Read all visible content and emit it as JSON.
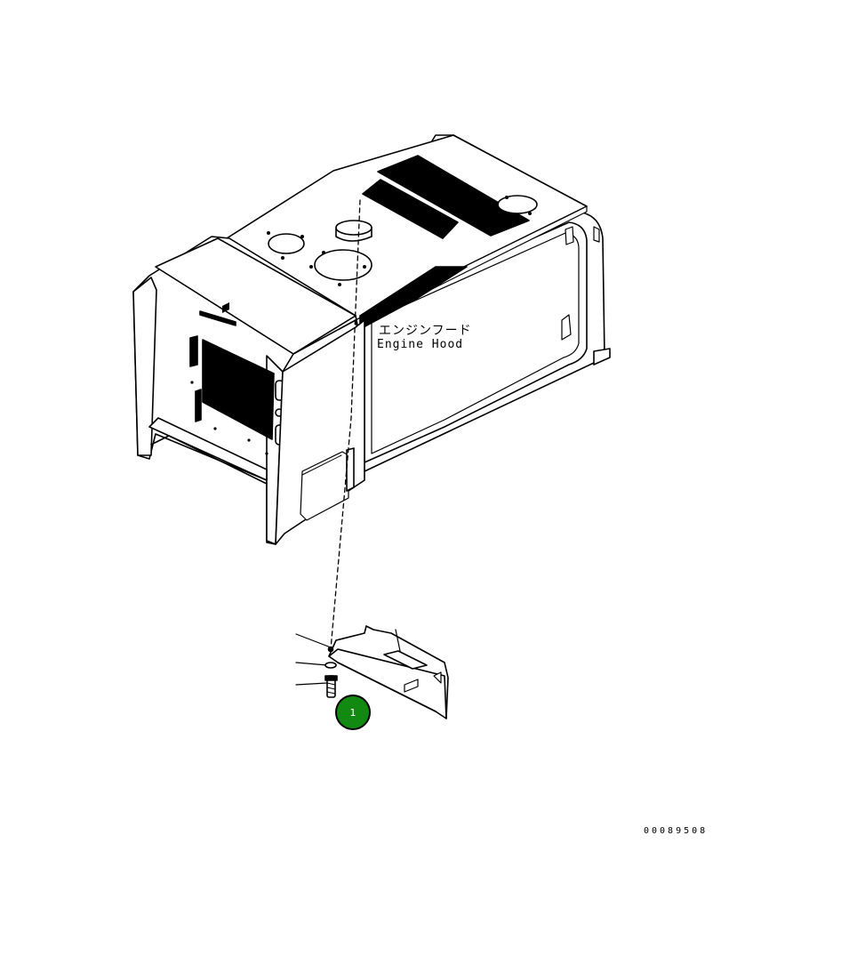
{
  "diagram": {
    "label_jp": "エンジンフード",
    "label_en": "Engine Hood",
    "callout_number": "1",
    "drawing_number": "00089508"
  },
  "colors": {
    "line": "#000000",
    "background": "#ffffff",
    "callout_fill": "#128a12",
    "callout_text": "#ffffff"
  }
}
